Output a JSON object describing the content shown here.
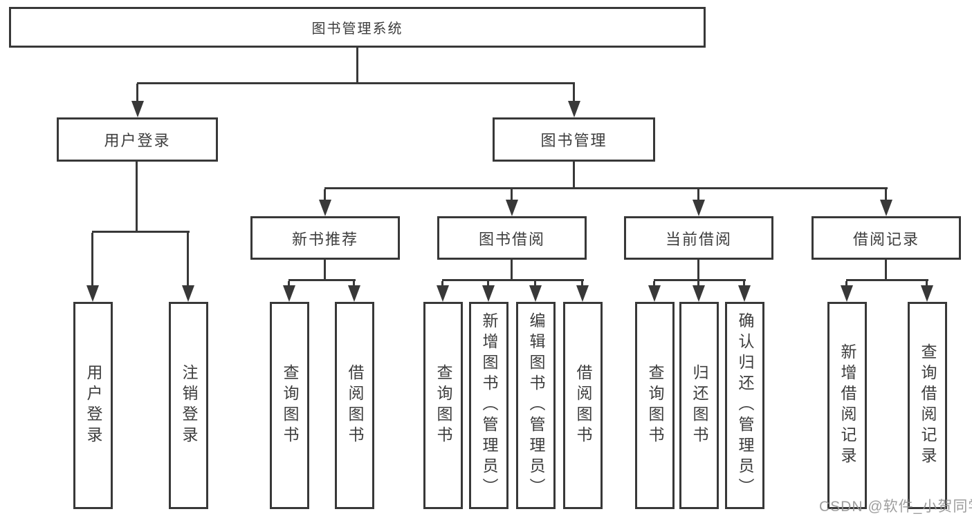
{
  "diagram": {
    "root": {
      "label": "图书管理系统"
    },
    "branches": [
      {
        "label": "用户登录",
        "children": [
          {
            "label": "用户登录"
          },
          {
            "label": "注销登录"
          }
        ]
      },
      {
        "label": "图书管理",
        "children": [
          {
            "label": "新书推荐",
            "children": [
              {
                "label": "查询图书"
              },
              {
                "label": "借阅图书"
              }
            ]
          },
          {
            "label": "图书借阅",
            "children": [
              {
                "label": "查询图书"
              },
              {
                "label": "新增图书（管理员）"
              },
              {
                "label": "编辑图书（管理员）"
              },
              {
                "label": "借阅图书"
              }
            ]
          },
          {
            "label": "当前借阅",
            "children": [
              {
                "label": "查询图书"
              },
              {
                "label": "归还图书"
              },
              {
                "label": "确认归还（管理员）"
              }
            ]
          },
          {
            "label": "借阅记录",
            "children": [
              {
                "label": "新增借阅记录"
              },
              {
                "label": "查询借阅记录"
              }
            ]
          }
        ]
      }
    ]
  },
  "watermark": {
    "text": "CSDN @软件_小贺同学",
    "color": "#949494"
  },
  "colors": {
    "line": "#383838",
    "text": "#3d3d3d",
    "background": "#ffffff"
  }
}
